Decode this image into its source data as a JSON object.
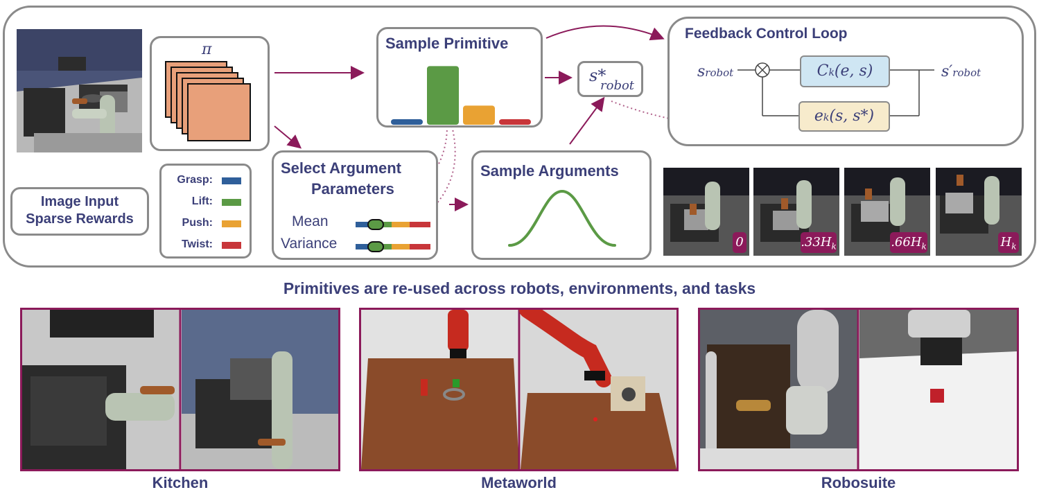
{
  "policy": {
    "symbol": "π"
  },
  "sample_primitive": {
    "title": "Sample Primitive"
  },
  "target": {
    "label_main": "s*",
    "label_sub": "robot"
  },
  "feedback": {
    "title": "Feedback Control Loop",
    "input": {
      "main": "s",
      "sub": "robot"
    },
    "controller": "C",
    "controller_sub": "k",
    "controller_args": "(e, s)",
    "error": "e",
    "error_sub": "k",
    "error_args": "(s, s*)",
    "output": {
      "main": "s′",
      "sub": "robot"
    }
  },
  "select_args": {
    "title_line1": "Select Argument",
    "title_line2": "Parameters",
    "mean_label": "Mean",
    "variance_label": "Variance"
  },
  "sample_args": {
    "title": "Sample Arguments"
  },
  "input_box": {
    "line1": "Image Input",
    "line2": "Sparse Rewards"
  },
  "legend": [
    {
      "label": "Grasp:",
      "color": "#2f5f9a"
    },
    {
      "label": "Lift:",
      "color": "#5b9a45"
    },
    {
      "label": "Push:",
      "color": "#e9a233"
    },
    {
      "label": "Twist:",
      "color": "#c8363a"
    }
  ],
  "primitive_probs": [
    0.08,
    0.92,
    0.3,
    0.08
  ],
  "timesteps": [
    {
      "main": "0",
      "sub": ""
    },
    {
      "main": ".33H",
      "sub": "k"
    },
    {
      "main": ".66H",
      "sub": "k"
    },
    {
      "main": "H",
      "sub": "k"
    }
  ],
  "caption": "Primitives are re-used across robots, environments, and tasks",
  "environments": [
    {
      "label": "Kitchen"
    },
    {
      "label": "Metaworld"
    },
    {
      "label": "Robosuite"
    }
  ],
  "colors": {
    "accent": "#8b1a5a",
    "text": "#3b3f78",
    "box_border": "#8a8a8a",
    "policy_fill": "#e8a07a"
  }
}
